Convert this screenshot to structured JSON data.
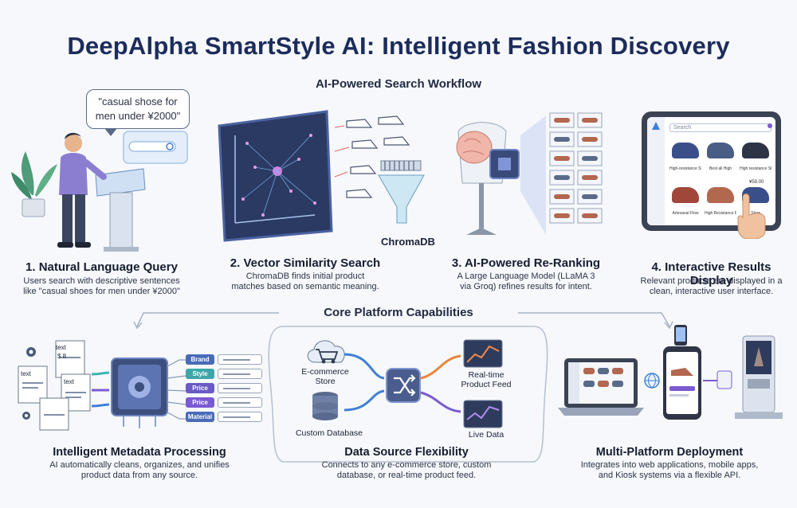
{
  "title": "DeepAlpha SmartStyle AI: Intelligent Fashion Discovery",
  "workflow": {
    "heading": "AI-Powered Search Workflow",
    "query_bubble": "\"casual shose for men under ¥2000\"",
    "chroma_label": "ChromaDB",
    "screen_search_placeholder": "Search",
    "screen_products": [
      {
        "label": "High-resistance Shoe"
      },
      {
        "label": "Best all High"
      },
      {
        "label": "High resistance Shoe"
      },
      {
        "label": "Artesanal Flow"
      },
      {
        "label": "High Resistance Plus"
      },
      {
        "label": "Shoe"
      }
    ],
    "screen_price": "¥59.00",
    "steps": [
      {
        "title": "1. Natural Language Query",
        "desc1": "Users search with descriptive sentences",
        "desc2": "like \"casual shoes for men under ¥2000\""
      },
      {
        "title": "2. Vector Similarity Search",
        "desc1": "ChromaDB finds initial product",
        "desc2": "matches based on semantic meaning."
      },
      {
        "title": "3. AI-Powered Re-Ranking",
        "desc1": "A Large Language Model (LLaMA 3",
        "desc2": "via Groq) refines results for intent."
      },
      {
        "title": "4. Interactive Results Display",
        "desc1": "Relevant products are displayed in a",
        "desc2": "clean, interactive user interface."
      }
    ]
  },
  "capabilities": {
    "heading": "Core Platform Capabilities",
    "metadata_chips": [
      "Brand",
      "Style",
      "Price",
      "Price",
      "Material"
    ],
    "doc_labels": [
      "text",
      "$ 8",
      "text",
      "text"
    ],
    "data_labels": {
      "ecommerce": "E-commerce\nStore",
      "ecommerce_line1": "E-commerce",
      "ecommerce_line2": "Store",
      "custom_db": "Custom Database",
      "realtime_line1": "Real-time",
      "realtime_line2": "Product Feed",
      "live": "Live Data"
    },
    "items": [
      {
        "title": "Intelligent Metadata Processing",
        "desc1": "AI automatically cleans, organizes, and unifies",
        "desc2": "product data from any source."
      },
      {
        "title": "Data Source Flexibility",
        "desc1": "Connects to any e-commerce store, custom",
        "desc2": "database, or real-time product feed."
      },
      {
        "title": "Multi-Platform Deployment",
        "desc1": "Integrates into web applications, mobile apps,",
        "desc2": "and Kiosk systems via a flexible API."
      }
    ]
  },
  "colors": {
    "title": "#1c2c5c",
    "accent_blue": "#3f7fd6",
    "accent_purple": "#7b5bd1",
    "accent_orange": "#e8863a",
    "accent_teal": "#3fb2b0"
  },
  "icons": [
    "person-icon",
    "plant-icon",
    "kiosk-icon",
    "vector-graph-icon",
    "shoe-icon",
    "funnel-icon",
    "mannequin-icon",
    "brain-icon",
    "chip-icon",
    "tablet-icon",
    "hand-icon",
    "document-icon",
    "gear-icon",
    "cart-icon",
    "cloud-icon",
    "database-icon",
    "shuffle-icon",
    "chart-icon",
    "laptop-icon",
    "phone-icon",
    "globe-icon"
  ]
}
